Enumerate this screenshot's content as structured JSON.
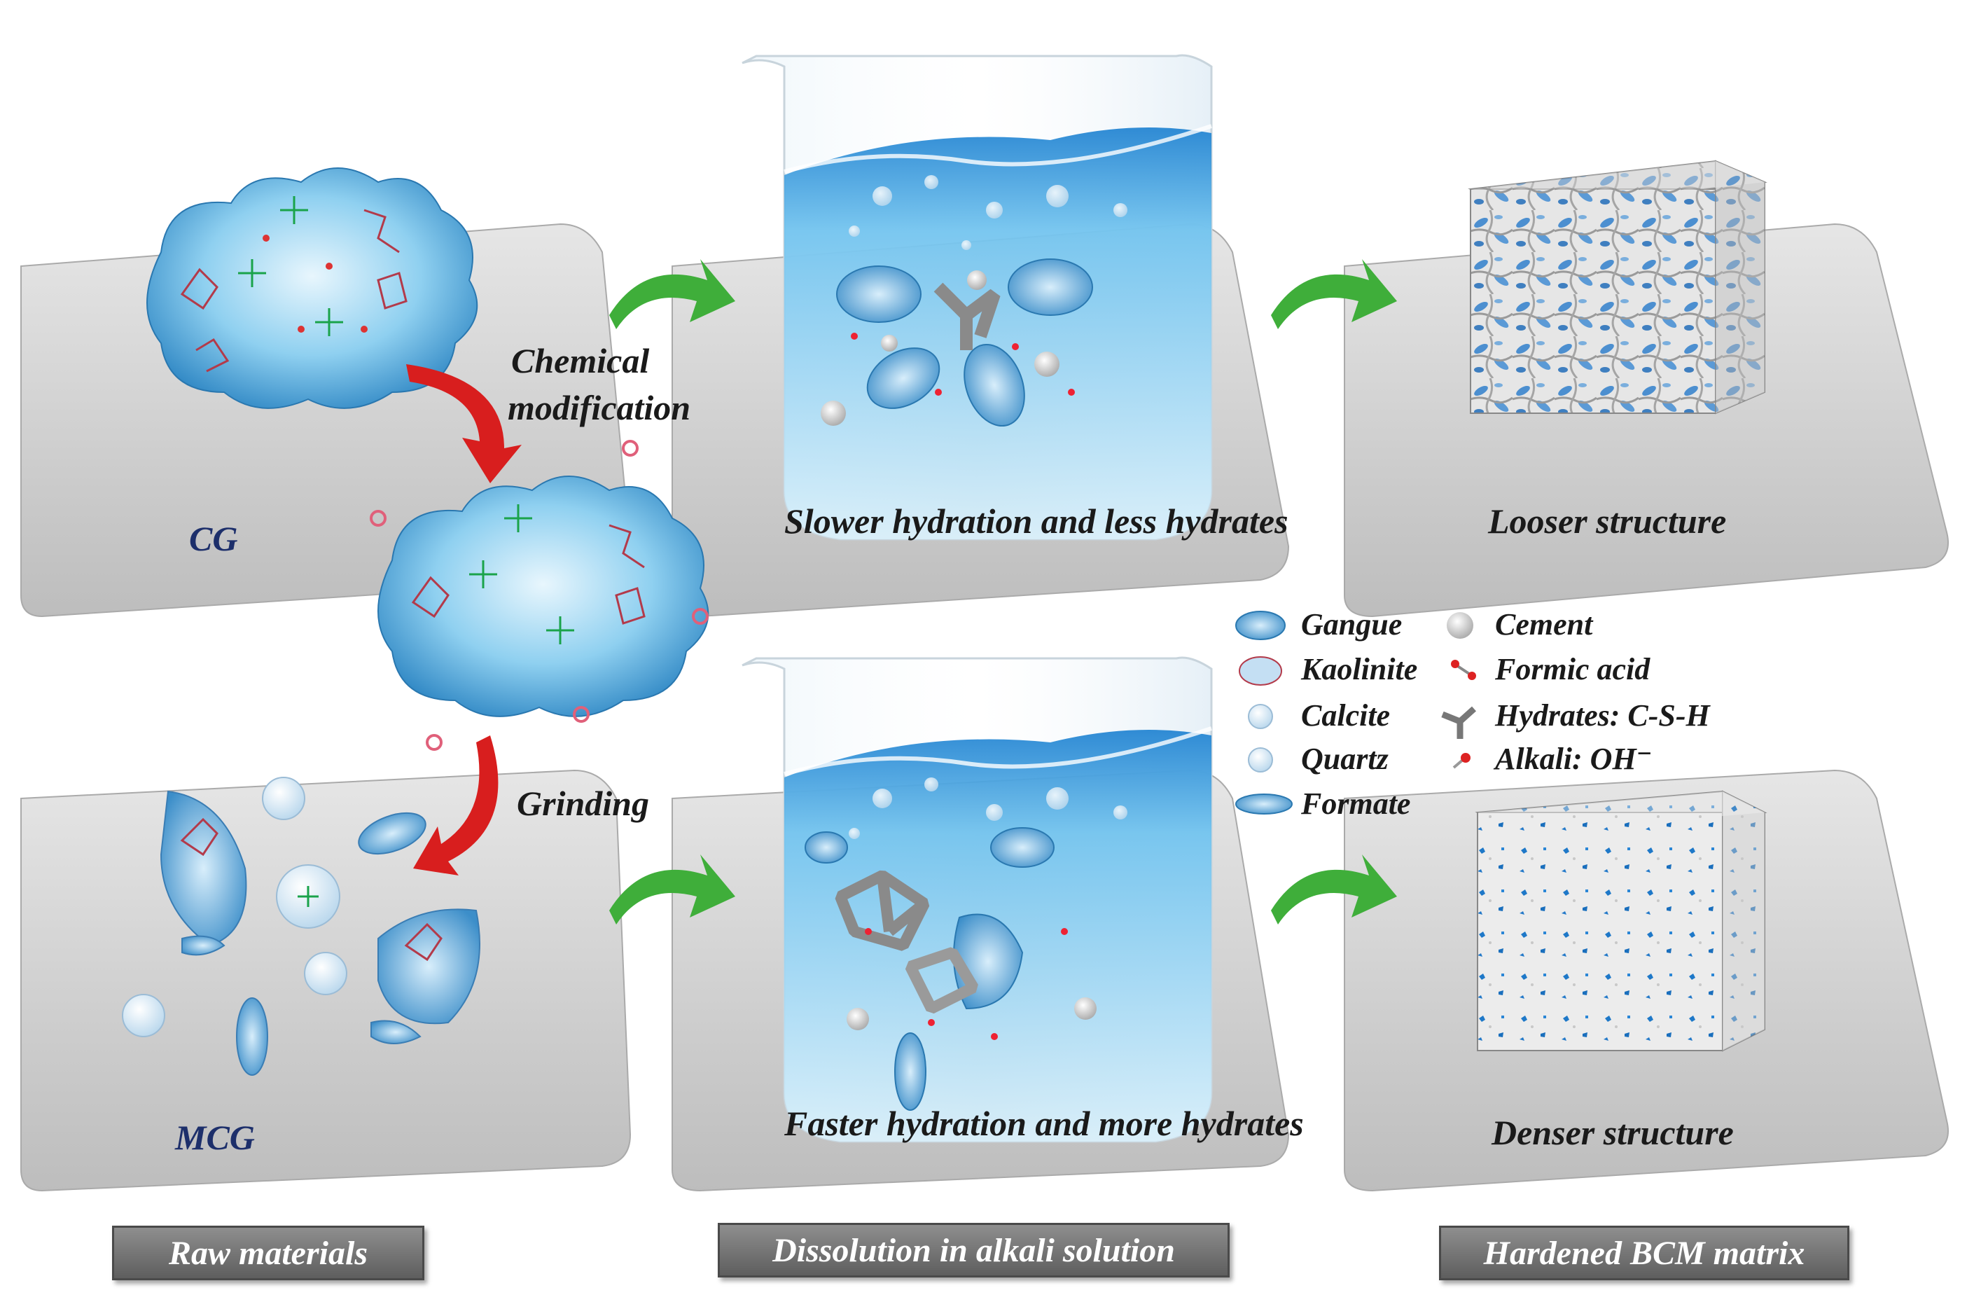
{
  "panels": {
    "cg_label": "CG",
    "mcg_label": "MCG",
    "slower_caption": "Slower hydration and less hydrates",
    "faster_caption": "Faster hydration and more hydrates",
    "looser_caption": "Looser structure",
    "denser_caption": "Denser structure"
  },
  "steps": {
    "chemical_line1": "Chemical",
    "chemical_line2": "modification",
    "grinding": "Grinding"
  },
  "legend": {
    "items": [
      {
        "label": "Gangue",
        "icon": "gangue-icon"
      },
      {
        "label": "Kaolinite",
        "icon": "kaolinite-icon"
      },
      {
        "label": "Calcite",
        "icon": "calcite-icon"
      },
      {
        "label": "Quartz",
        "icon": "quartz-icon"
      },
      {
        "label": "Formate",
        "icon": "formate-icon"
      },
      {
        "label": "Cement",
        "icon": "cement-icon"
      },
      {
        "label": "Formic acid",
        "icon": "formic-acid-icon"
      },
      {
        "label": "Hydrates: C-S-H",
        "icon": "hydrates-icon"
      },
      {
        "label": "Alkali: OH⁻",
        "icon": "alkali-icon"
      }
    ]
  },
  "footer": {
    "raw": "Raw materials",
    "dissolution": "Dissolution in alkali solution",
    "hardened": "Hardened BCM matrix"
  },
  "colors": {
    "platform": "#c9c9c9",
    "water": "#4aa8e0",
    "arrow_green": "#3fae3a",
    "arrow_red": "#d81e1e",
    "cube_pore": "#4c8fd0"
  }
}
